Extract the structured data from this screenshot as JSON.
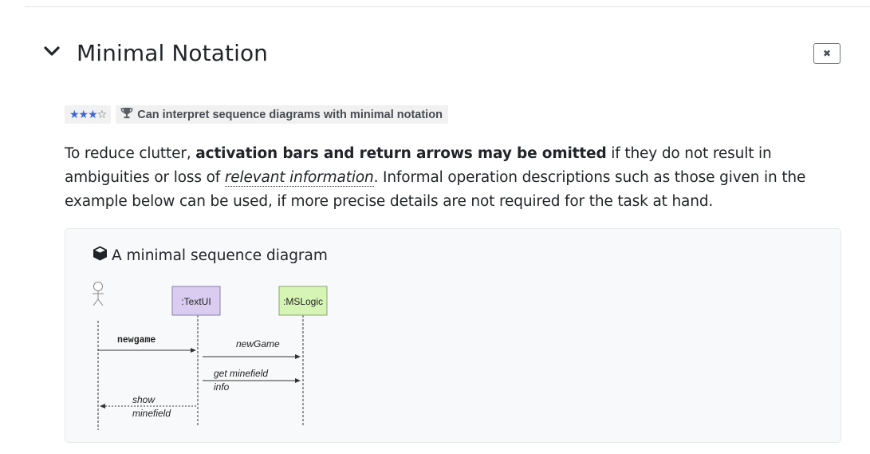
{
  "section": {
    "title": "Minimal Notation",
    "close_symbol": "✖"
  },
  "badge": {
    "rating_filled": "★★★",
    "rating_empty": "☆",
    "outcome": "Can interpret sequence diagrams with minimal notation"
  },
  "paragraph": {
    "part1": "To reduce clutter, ",
    "bold": "activation bars and return arrows may be omitted",
    "part2": " if they do not result in ambiguities or loss of ",
    "link_text": "relevant information",
    "part3": ". Informal operation descriptions such as those given in the example below can be used, if more precise details are not required for the task at hand."
  },
  "example": {
    "caption": "A minimal sequence diagram",
    "diagram": {
      "participants": [
        ":TextUI",
        ":MSLogic"
      ],
      "messages": [
        "newgame",
        "newGame",
        "get minefield",
        "info",
        "show",
        "minefield"
      ]
    }
  },
  "colors": {
    "textui_fill": "#d9ccf0",
    "mslogic_fill": "#d6f5b5",
    "star_color": "#3a64d8",
    "badge_bg": "#f1f1f1"
  }
}
